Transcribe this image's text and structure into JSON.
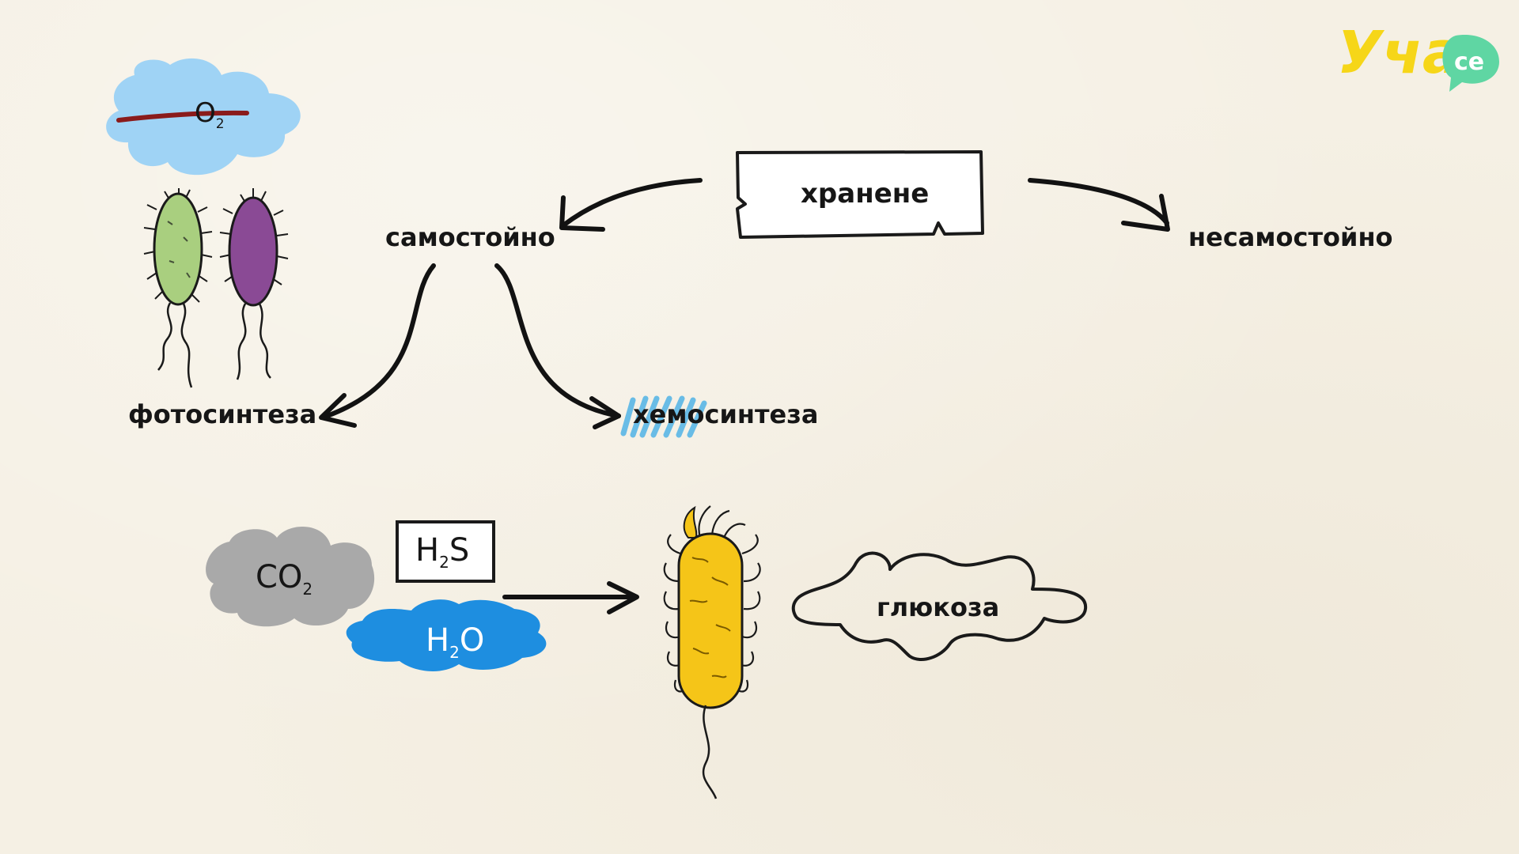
{
  "logo": {
    "text": "Уча",
    "suffix": "се",
    "color": "#f6d618",
    "accent": "#5fd6a3"
  },
  "root": {
    "label": "хранене"
  },
  "branches": {
    "independent": "самостойно",
    "dependent": "несамостойно",
    "photosynthesis": "фотосинтеза",
    "chemosynthesis": "хемосинтеза"
  },
  "oxygen": {
    "symbol": "O",
    "sub": "2",
    "cloud_color": "#9fd3f5",
    "strike_color": "#8a1b1b"
  },
  "reaction": {
    "co2": {
      "symbol": "CO",
      "sub": "2",
      "cloud_color": "#a9a9a9"
    },
    "h2s": {
      "pre": "H",
      "sub": "2",
      "post": "S"
    },
    "h2o": {
      "pre": "H",
      "sub": "2",
      "post": "O",
      "color": "#1e8ee0"
    },
    "product": "глюкоза"
  },
  "colors": {
    "bacterium_green": "#a9cf7f",
    "bacterium_purple": "#8a4a95",
    "bacterium_yellow": "#f5c518",
    "chemo_highlight": "#5ab6e6"
  }
}
